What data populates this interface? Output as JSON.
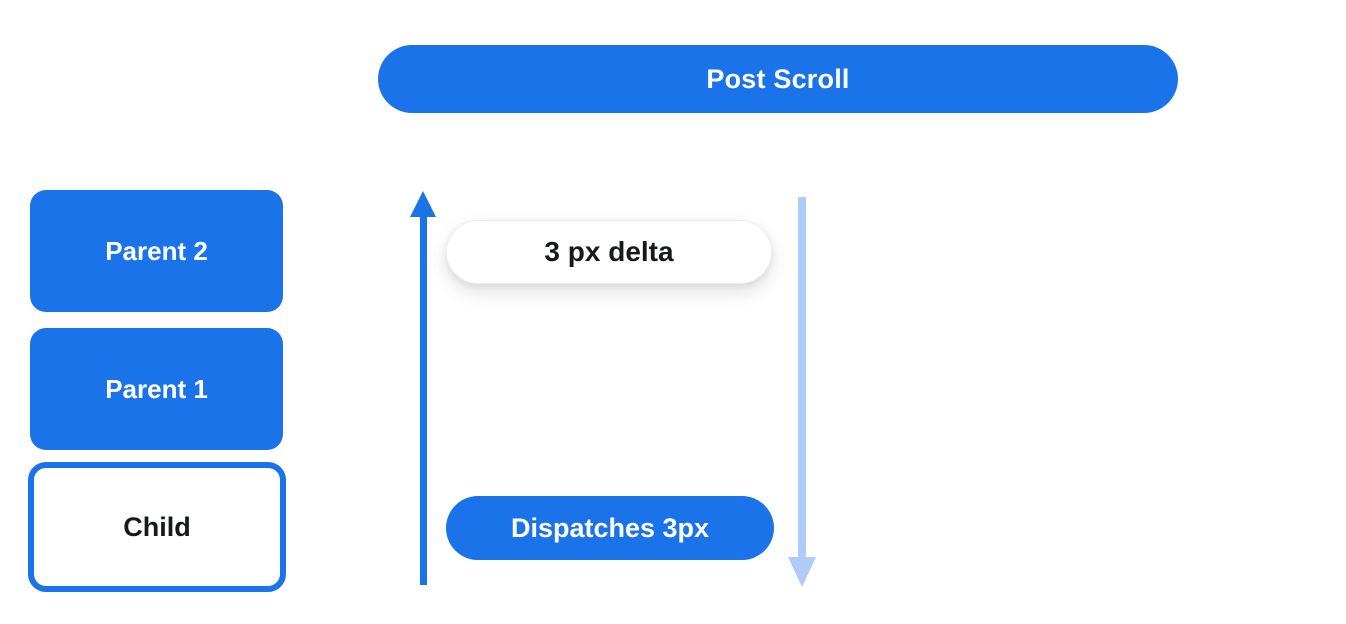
{
  "diagram": {
    "header_pill": {
      "label": "Post Scroll"
    },
    "boxes": [
      {
        "id": "parent-2",
        "label": "Parent 2",
        "variant": "filled"
      },
      {
        "id": "parent-1",
        "label": "Parent 1",
        "variant": "filled"
      },
      {
        "id": "child",
        "label": "Child",
        "variant": "outlined"
      }
    ],
    "flow": {
      "delta_pill_label": "3 px delta",
      "dispatch_pill_label": "Dispatches 3px",
      "up_arrow": "arrow-up",
      "down_arrow": "arrow-down"
    },
    "colors": {
      "primary_blue": "#1a73e8",
      "light_arrow_blue": "#aecbfa",
      "pill_text_light": "#ffffff",
      "text_dark": "#17191c"
    }
  }
}
